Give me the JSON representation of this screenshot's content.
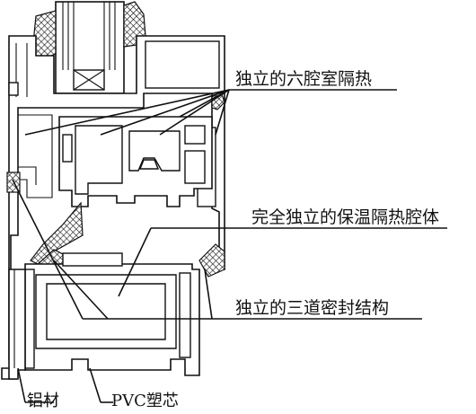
{
  "labels": {
    "six_chamber": "独立的六腔室隔热",
    "insulation_cavity": "完全独立的保温隔热腔体",
    "triple_seal": "独立的三道密封结构",
    "aluminum": "铝材",
    "pvc_core": "PVC塑芯"
  }
}
